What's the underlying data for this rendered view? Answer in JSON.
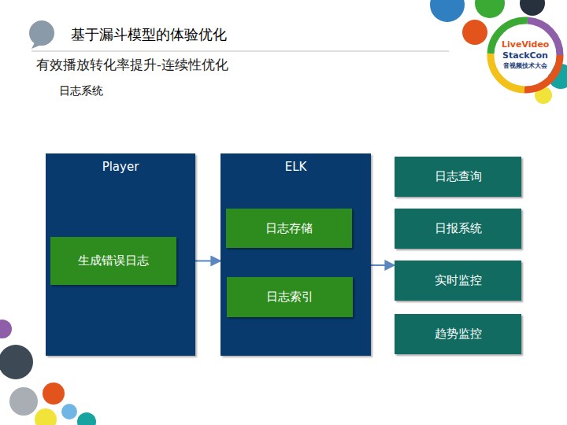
{
  "diagram": {
    "title": "基于漏斗模型的体验优化",
    "nodes": [
      {
        "text": [
          "Player"
        ]
      },
      {
        "text": [
          "生成错误日志"
        ],
        "in": 0
      },
      {
        "text": [
          "ELK"
        ]
      },
      {
        "text": [
          "日志存储"
        ],
        "in": 2
      },
      {
        "text": [
          "日志索引"
        ],
        "in": 2
      },
      {
        "text": [
          "日志查询"
        ]
      },
      {
        "text": [
          "日报系统"
        ]
      },
      {
        "text": [
          "实时监控"
        ]
      },
      {
        "text": [
          "趋势监控"
        ]
      }
    ],
    "edges": [
      {
        "from": 1,
        "to": 2,
        "arrow": "to"
      },
      {
        "from": 2,
        "to": 7,
        "arrow": "to"
      }
    ],
    "labels": [
      "有效播放转化率提升-连续性优化",
      "日志系统",
      "LiveVideo",
      "StackCon",
      "音视频技术大会"
    ]
  }
}
